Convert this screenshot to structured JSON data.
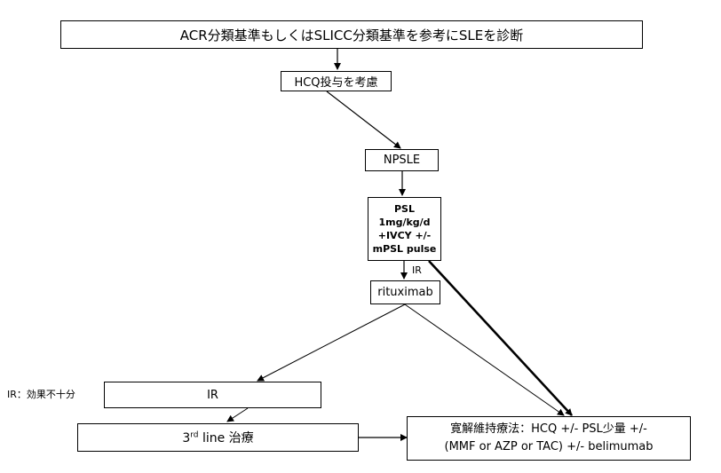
{
  "nodes": {
    "diagnosis": "ACR分類基準もしくはSLICC分類基準を参考にSLEを診断",
    "hcq": "HCQ投与を考慮",
    "npsle": "NPSLE",
    "psl": [
      "PSL",
      "1mg/kg/d",
      "+IVCY +/-",
      "mPSL pulse"
    ],
    "rituximab": "rituximab",
    "ir_box": "IR",
    "third_line_base": "3",
    "third_line_sup": "rd",
    "third_line_rest": " line 治療",
    "maintenance_line1": "寛解維持療法：HCQ +/- PSL少量 +/-",
    "maintenance_line2": "(MMF or AZP or TAC) +/- belimumab"
  },
  "edge_labels": {
    "ir": "IR"
  },
  "legend": "IR：効果不十分",
  "colors": {
    "stroke": "#000000",
    "background": "#ffffff"
  }
}
